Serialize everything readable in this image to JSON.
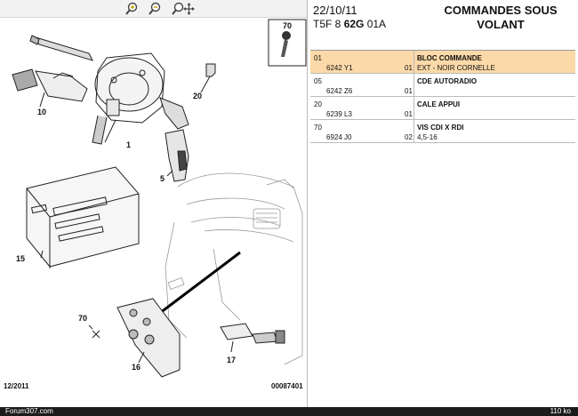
{
  "toolbar": {
    "zoom_in_icon": "zoom-in-icon",
    "zoom_out_icon": "zoom-out-icon",
    "zoom_pan_icon": "zoom-pan-icon"
  },
  "diagram": {
    "callouts": {
      "c10": "10",
      "c20": "20",
      "c1": "1",
      "c5": "5",
      "c15": "15",
      "c70": "70",
      "c16": "16",
      "c17": "17"
    },
    "inset_label": "70",
    "footer_date": "12/2011",
    "footer_code": "00087401"
  },
  "header": {
    "date": "22/10/11",
    "ref_prefix": "T5F 8 ",
    "ref_bold": "62G",
    "ref_suffix": " 01A",
    "title": "COMMANDES SOUS VOLANT"
  },
  "parts": [
    {
      "num": "01",
      "ref": "6242 Y1",
      "qty": "01",
      "desc": "BLOC COMMANDE",
      "note": "EXT - NOIR CORNELLE",
      "selected": true
    },
    {
      "num": "05",
      "ref": "6242 Z6",
      "qty": "01",
      "desc": "CDE AUTORADIO",
      "note": "",
      "selected": false
    },
    {
      "num": "20",
      "ref": "6239 L3",
      "qty": "01",
      "desc": "CALE APPUI",
      "note": "",
      "selected": false
    },
    {
      "num": "70",
      "ref": "6924 J0",
      "qty": "02",
      "desc": "VIS CDI X RDI",
      "note": "4,5-16",
      "selected": false
    }
  ],
  "status": {
    "left": "Forum307.com",
    "right": "110 ko"
  }
}
